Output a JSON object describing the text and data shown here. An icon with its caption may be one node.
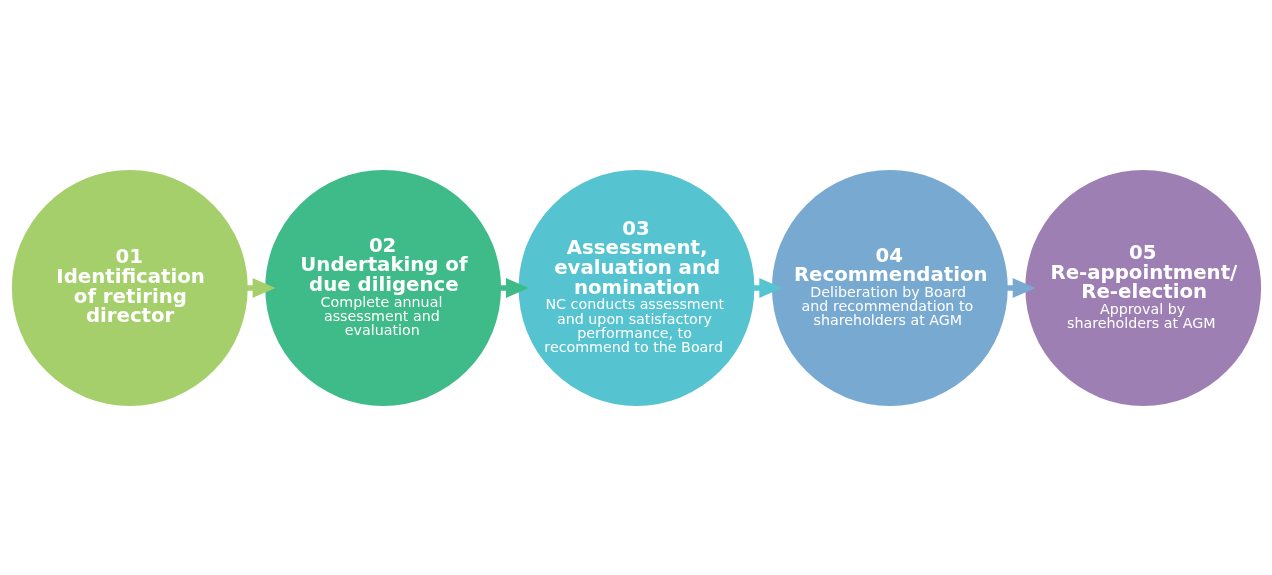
{
  "diagram": {
    "nodes": [
      {
        "text": [
          "01",
          "Identification of retiring director"
        ]
      },
      {
        "text": [
          "02",
          "Undertaking of due diligence",
          "Complete annual assessment and evaluation"
        ]
      },
      {
        "text": [
          "03",
          "Assessment, evaluation and nomination",
          "NC conducts assessment and upon satisfactory performance, to recommend to the Board"
        ]
      },
      {
        "text": [
          "04",
          "Recommendation",
          "Deliberation by Board and recommendation to shareholders at AGM"
        ]
      },
      {
        "text": [
          "05",
          "Re-appointment/ Re-election",
          "Approval by shareholders at AGM"
        ]
      }
    ],
    "edges": [
      {
        "from": 0,
        "to": 1,
        "arrow": "to",
        "color": "#a5cf6b"
      },
      {
        "from": 1,
        "to": 2,
        "arrow": "to",
        "color": "#3fba89"
      },
      {
        "from": 2,
        "to": 3,
        "arrow": "to",
        "color": "#55c4d0"
      },
      {
        "from": 3,
        "to": 4,
        "arrow": "to",
        "color": "#78a9d1"
      }
    ]
  }
}
